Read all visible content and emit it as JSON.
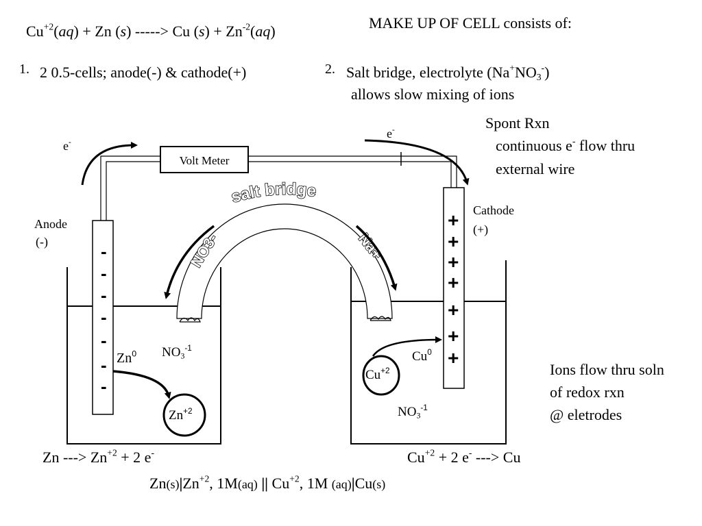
{
  "equation": {
    "top": "Cu+2(aq) + Zn (s) -----> Cu (s) + Zn-2(aq)"
  },
  "makeup": {
    "title": "MAKE UP  OF  CELL  consists of:",
    "item1_num": "1.",
    "item1_text": "2  0.5-cells; anode(-) & cathode(+)",
    "item2_num": "2.",
    "item2_line1": "Salt bridge, electrolyte (Na+NO3-)",
    "item2_line2": "allows slow mixing of ions"
  },
  "spont": {
    "line1": "Spont Rxn",
    "line2": "continuous e- flow thru",
    "line3": "external wire"
  },
  "voltmeter": {
    "label": "Volt Meter"
  },
  "saltbridge": {
    "label": "salt bridge",
    "left_ion": "NO3-",
    "right_ion": "Na+"
  },
  "electrons": {
    "left": "e-",
    "right": "e-"
  },
  "anode": {
    "line1": "Anode",
    "line2": "(-)",
    "signs": [
      "-",
      "-",
      "-",
      "-",
      "-",
      "-",
      "-"
    ]
  },
  "cathode": {
    "line1": "Cathode",
    "line2": "(+)",
    "signs": [
      "+",
      "+",
      "+",
      "+",
      "+",
      "+",
      "+"
    ]
  },
  "left_cell": {
    "metal": "Zn0",
    "ion": "Zn+2",
    "anion": "NO3-1"
  },
  "right_cell": {
    "metal": "Cu0",
    "ion": "Cu+2",
    "anion": "NO3-1"
  },
  "ions_note": {
    "line1": "Ions flow thru soln",
    "line2": "of redox rxn",
    "line3": "@ eletrodes"
  },
  "half_rxn": {
    "left": "Zn ---> Zn+2 + 2 e-",
    "right": "Cu+2 + 2 e- ---> Cu"
  },
  "cell_notation": "Zn(s)|Zn+2, 1M(aq) || Cu+2, 1M (aq)|Cu(s)"
}
